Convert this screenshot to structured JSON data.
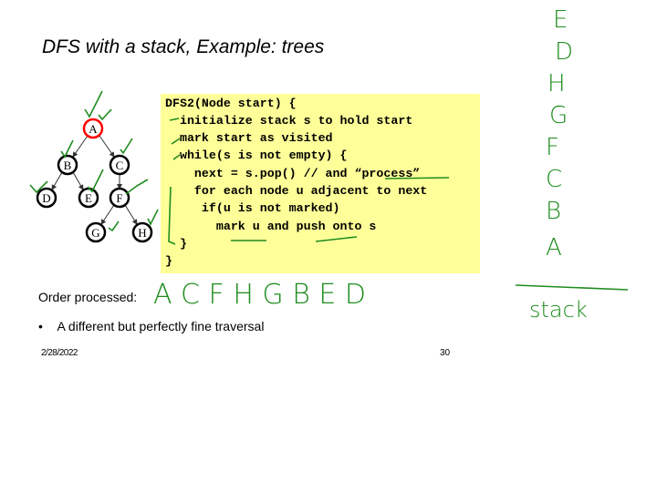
{
  "slide": {
    "title": "DFS with a stack, Example: trees",
    "code_lines": [
      "DFS2(Node start) {",
      "  initialize stack s to hold start",
      "  mark start as visited",
      "  while(s is not empty) {",
      "    next = s.pop() // and “process”",
      "    for each node u adjacent to next",
      "     if(u is not marked)",
      "       mark u and push onto s",
      "  }",
      "}"
    ],
    "order_label": "Order processed:",
    "bullet_text": "A different but perfectly fine traversal",
    "date": "2/28/2022",
    "page_number": "30"
  },
  "tree": {
    "nodes": [
      "A",
      "B",
      "C",
      "D",
      "E",
      "F",
      "G",
      "H"
    ],
    "start_node_color": "#ff0000"
  },
  "ink": {
    "color": "#1e8c1e",
    "order_handwritten": "A C F H G B E D",
    "stack_entries": [
      "E",
      "D",
      "H",
      "G",
      "F",
      "C",
      "B",
      "A"
    ],
    "stack_label": "stack"
  }
}
